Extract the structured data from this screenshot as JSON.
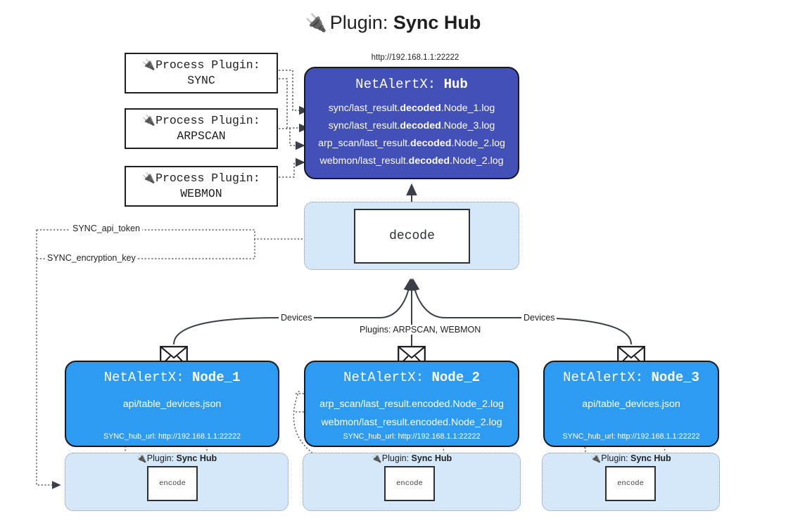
{
  "title": {
    "icon": "🔌",
    "prefix": "Plugin:",
    "name": "Sync Hub"
  },
  "process_plugins": [
    {
      "icon": "🔌",
      "line1": "Process Plugin:",
      "line2": "SYNC"
    },
    {
      "icon": "🔌",
      "line1": "Process Plugin:",
      "line2": "ARPSCAN"
    },
    {
      "icon": "🔌",
      "line1": "Process Plugin:",
      "line2": "WEBMON"
    }
  ],
  "hub": {
    "url": "http://192.168.1.1:22222",
    "prefix": "NetAlertX: ",
    "name": "Hub",
    "logs": [
      {
        "pre": "sync/last_result.",
        "em": "decoded",
        "post": ".Node_1.log"
      },
      {
        "pre": "sync/last_result.",
        "em": "decoded",
        "post": ".Node_3.log"
      },
      {
        "pre": "arp_scan/last_result.",
        "em": "decoded",
        "post": ".Node_2.log"
      },
      {
        "pre": "webmon/last_result.",
        "em": "decoded",
        "post": ".Node_2.log"
      }
    ]
  },
  "decode": {
    "label": "decode"
  },
  "settings": {
    "api_token": "SYNC_api_token",
    "encryption_key": "SYNC_encryption_key"
  },
  "edge_labels": {
    "devices_left": "Devices",
    "devices_right": "Devices",
    "plugins_center": "Plugins: ARPSCAN, WEBMON"
  },
  "nodes": [
    {
      "prefix": "NetAlertX: ",
      "name": "Node_1",
      "lines": [
        "api/table_devices.json"
      ],
      "footer": "SYNC_hub_url: http://192.168.1.1:22222"
    },
    {
      "prefix": "NetAlertX: ",
      "name": "Node_2",
      "lines": [
        "arp_scan/last_result.encoded.Node_2.log",
        "webmon/last_result.encoded.Node_2.log"
      ],
      "footer": "SYNC_hub_url: http://192.168.1.1:22222"
    },
    {
      "prefix": "NetAlertX: ",
      "name": "Node_3",
      "lines": [
        "api/table_devices.json"
      ],
      "footer": "SYNC_hub_url: http://192.168.1.1:22222"
    }
  ],
  "encode_bands": [
    {
      "icon": "🔌",
      "prefix": "Plugin: ",
      "name": "Sync Hub",
      "box_label": "encode"
    },
    {
      "icon": "🔌",
      "prefix": "Plugin: ",
      "name": "Sync Hub",
      "box_label": "encode"
    },
    {
      "icon": "🔌",
      "prefix": "Plugin: ",
      "name": "Sync Hub",
      "box_label": "encode"
    }
  ],
  "colors": {
    "hub_blue": "#4250b8",
    "node_blue": "#2e9bf2",
    "band_blue": "#d4e8fa",
    "outline": "#17181f",
    "wire": "#3b4048"
  }
}
